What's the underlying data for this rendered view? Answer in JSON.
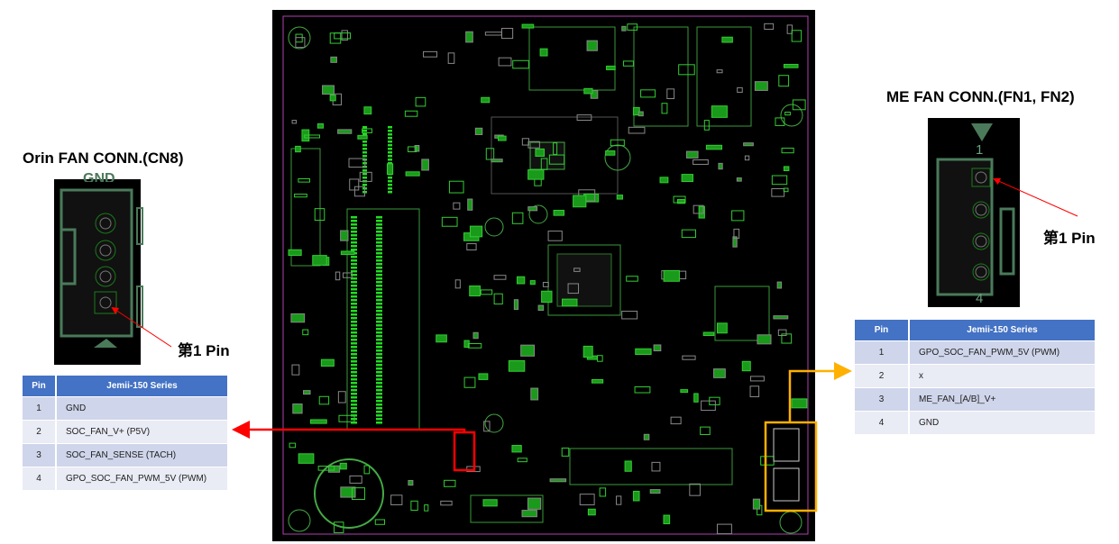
{
  "left": {
    "title": "Orin FAN CONN.(CN8)",
    "connector_top_text": "GND",
    "pin1_label": "第1 Pin",
    "table": {
      "headers": [
        "Pin",
        "Jemii-150 Series"
      ],
      "rows": [
        {
          "pin": "1",
          "signal": "GND"
        },
        {
          "pin": "2",
          "signal": "SOC_FAN_V+ (P5V)"
        },
        {
          "pin": "3",
          "signal": "SOC_FAN_SENSE (TACH)"
        },
        {
          "pin": "4",
          "signal": "GPO_SOC_FAN_PWM_5V (PWM)"
        }
      ]
    },
    "highlight_color": "#ff0000"
  },
  "right": {
    "title": "ME FAN CONN.(FN1, FN2)",
    "pin1_label": "第1 Pin",
    "pin_top_number": "1",
    "pin_bottom_number": "4",
    "table": {
      "headers": [
        "Pin",
        "Jemii-150 Series"
      ],
      "rows": [
        {
          "pin": "1",
          "signal": "GPO_SOC_FAN_PWM_5V (PWM)"
        },
        {
          "pin": "2",
          "signal": "x"
        },
        {
          "pin": "3",
          "signal": "ME_FAN_[A/B]_V+"
        },
        {
          "pin": "4",
          "signal": "GND"
        }
      ]
    },
    "highlight_color": "#ffb000"
  }
}
